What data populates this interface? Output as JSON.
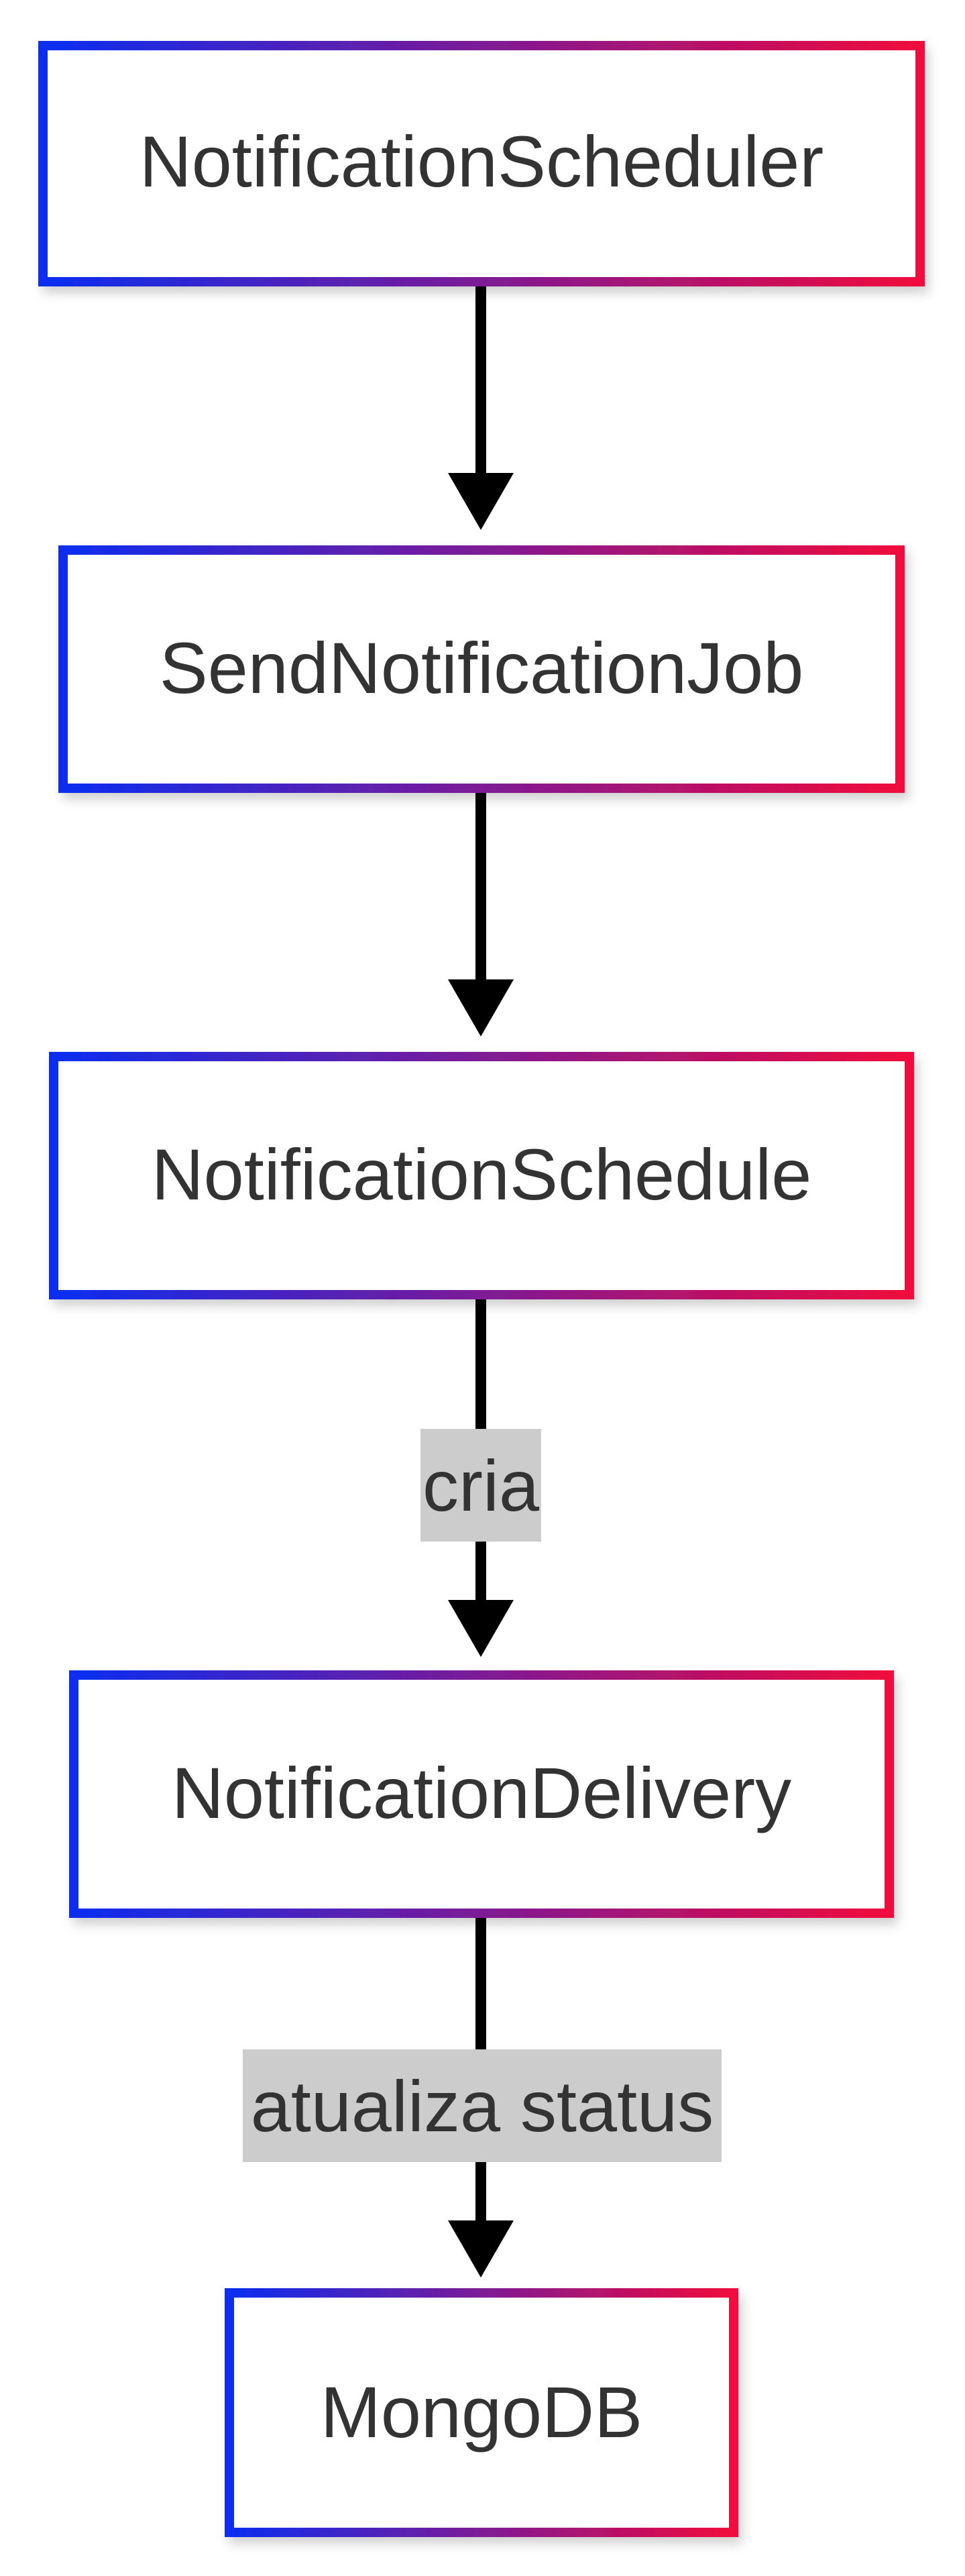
{
  "colors": {
    "border_start": "#0a2ef0",
    "border_end": "#f0083c",
    "edge": "#000000",
    "label_bg": "#cccccc",
    "text": "#333333",
    "background": "#ffffff"
  },
  "nodes": [
    {
      "label": "NotificationScheduler"
    },
    {
      "label": "SendNotificationJob"
    },
    {
      "label": "NotificationSchedule"
    },
    {
      "label": "NotificationDelivery"
    },
    {
      "label": "MongoDB"
    }
  ],
  "edges": [
    {
      "from": "NotificationScheduler",
      "to": "SendNotificationJob",
      "label": ""
    },
    {
      "from": "SendNotificationJob",
      "to": "NotificationSchedule",
      "label": ""
    },
    {
      "from": "NotificationSchedule",
      "to": "NotificationDelivery",
      "label": "cria"
    },
    {
      "from": "NotificationDelivery",
      "to": "MongoDB",
      "label": "atualiza status"
    }
  ]
}
